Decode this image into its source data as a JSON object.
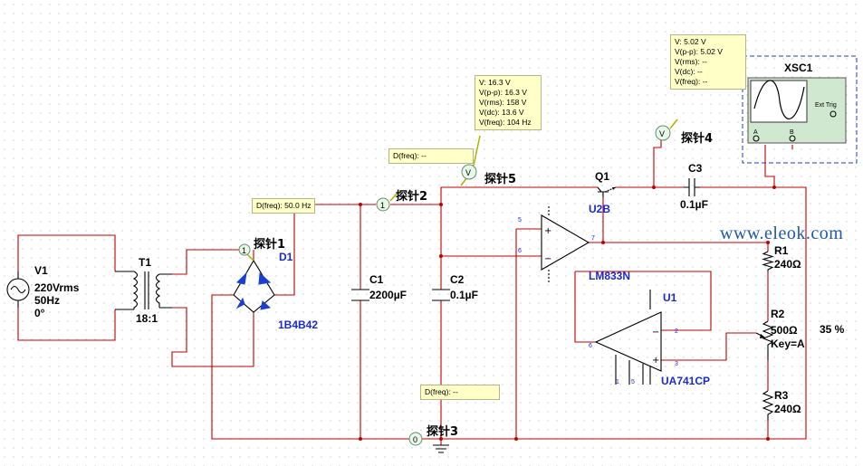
{
  "components": {
    "v1": {
      "name": "V1",
      "voltage": "220Vrms",
      "freq": "50Hz",
      "phase": "0°"
    },
    "t1": {
      "name": "T1",
      "ratio": "18:1"
    },
    "d1": {
      "name": "D1",
      "part": "1B4B42"
    },
    "c1": {
      "name": "C1",
      "value": "2200µF"
    },
    "c2": {
      "name": "C2",
      "value": "0.1µF"
    },
    "c3": {
      "name": "C3",
      "value": "0.1µF"
    },
    "q1": {
      "name": "Q1"
    },
    "u2b": {
      "name": "U2B",
      "part": "LM833N"
    },
    "u1": {
      "name": "U1",
      "part": "UA741CP"
    },
    "r1": {
      "name": "R1",
      "value": "240Ω"
    },
    "r2": {
      "name": "R2",
      "value": "500Ω",
      "key": "Key=A",
      "percent": "35 %"
    },
    "r3": {
      "name": "R3",
      "value": "240Ω"
    },
    "xsc1": {
      "name": "XSC1",
      "ext_trig": "Ext Trig",
      "ch_a": "A",
      "ch_b": "B"
    }
  },
  "probes": [
    {
      "name": "探针1",
      "marker": "1"
    },
    {
      "name": "探针2",
      "marker": "1"
    },
    {
      "name": "探针3",
      "marker": "0"
    },
    {
      "name": "探针4",
      "marker": "V"
    },
    {
      "name": "探针5",
      "marker": "V"
    }
  ],
  "tooltips": {
    "probe1": [
      "D(freq): 50.0 Hz"
    ],
    "probe2": [
      "D(freq): --"
    ],
    "probe3": [
      "D(freq): --"
    ],
    "probe5": [
      "V: 16.3 V",
      "V(p-p): 16.3 V",
      "V(rms): 158 V",
      "V(dc): 13.6 V",
      "V(freq): 104 Hz"
    ],
    "probe4": [
      "V: 5.02 V",
      "V(p-p): 5.02 V",
      "V(rms): --",
      "V(dc): --",
      "V(freq): --"
    ]
  },
  "pins": {
    "u2b_5": "5",
    "u2b_6": "6",
    "u2b_7": "7",
    "u1_2": "2",
    "u1_3": "3",
    "u1_6": "6",
    "u1_1": "1",
    "u1_5": "5"
  },
  "watermark": "www.eleok.com",
  "colors": {
    "wire": "#c00000",
    "part_label": "#1a2ad0",
    "tooltip_bg": "#ffffc8",
    "scope_border": "#1a3fd0"
  }
}
